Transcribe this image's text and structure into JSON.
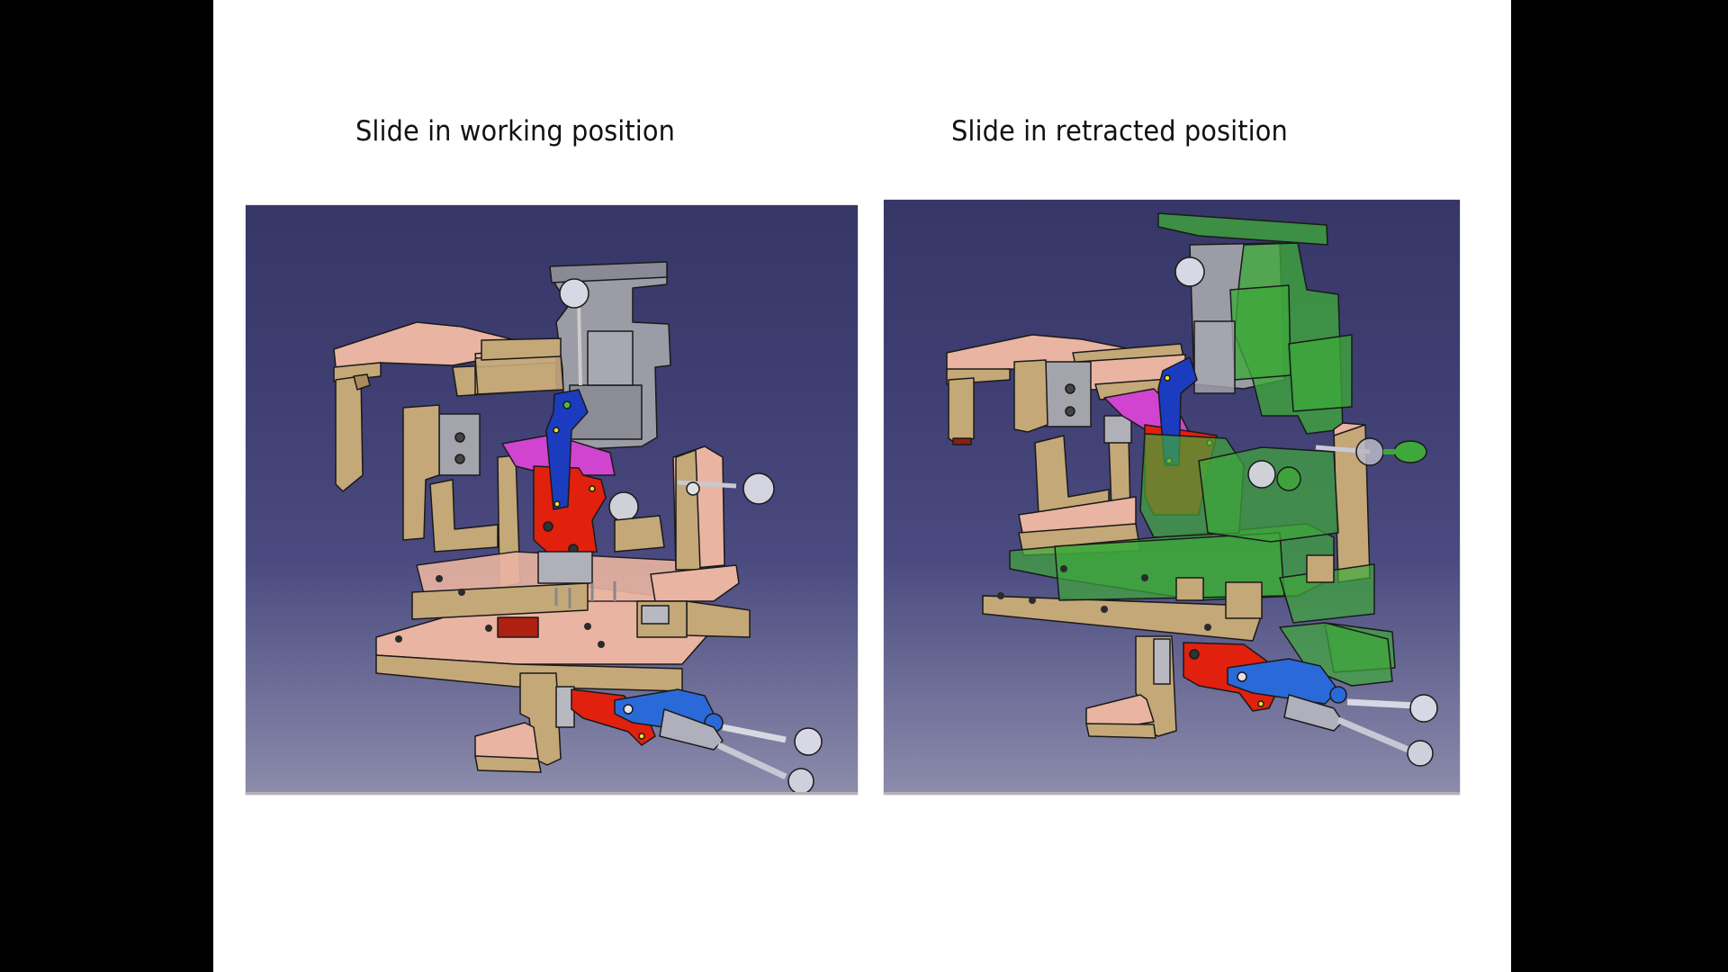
{
  "slide": {
    "background": "#ffffff",
    "letterbox_color": "#000000"
  },
  "panels": [
    {
      "title": "Slide in working position",
      "image_description": "CATIA CAD render of fixture assembly with slide in working position",
      "state": "working"
    },
    {
      "title": "Slide in retracted position",
      "image_description": "CATIA CAD render of fixture assembly with slide retracted (retracted parts shown in transparent green)",
      "state": "retracted"
    }
  ],
  "colors": {
    "viewport_top": "#363667",
    "viewport_bottom": "#8c8cac",
    "tan": "#c4a878",
    "tan_dark": "#a88c5c",
    "pink": "#eab4a2",
    "red": "#e2200e",
    "blue": "#1c3cc0",
    "clamp_blue": "#2a6ad8",
    "grey": "#9c9ca6",
    "magenta": "#d044d0",
    "green": "#3ea83a",
    "ball": "#d4d4e0"
  }
}
